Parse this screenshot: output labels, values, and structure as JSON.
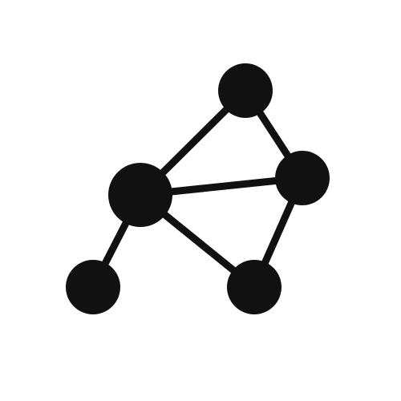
{
  "icon": "network-graph-icon",
  "colors": {
    "background": "#ffffff",
    "foreground": "#111111"
  },
  "graph": {
    "nodes": [
      {
        "id": "top",
        "size": "medium"
      },
      {
        "id": "right",
        "size": "medium"
      },
      {
        "id": "center",
        "size": "large"
      },
      {
        "id": "bottom-left",
        "size": "medium"
      },
      {
        "id": "bottom-right",
        "size": "medium"
      }
    ],
    "edges": [
      {
        "from": "center",
        "to": "top"
      },
      {
        "from": "top",
        "to": "right"
      },
      {
        "from": "center",
        "to": "right"
      },
      {
        "from": "center",
        "to": "bottom-left"
      },
      {
        "from": "center",
        "to": "bottom-right"
      },
      {
        "from": "right",
        "to": "bottom-right"
      }
    ]
  }
}
